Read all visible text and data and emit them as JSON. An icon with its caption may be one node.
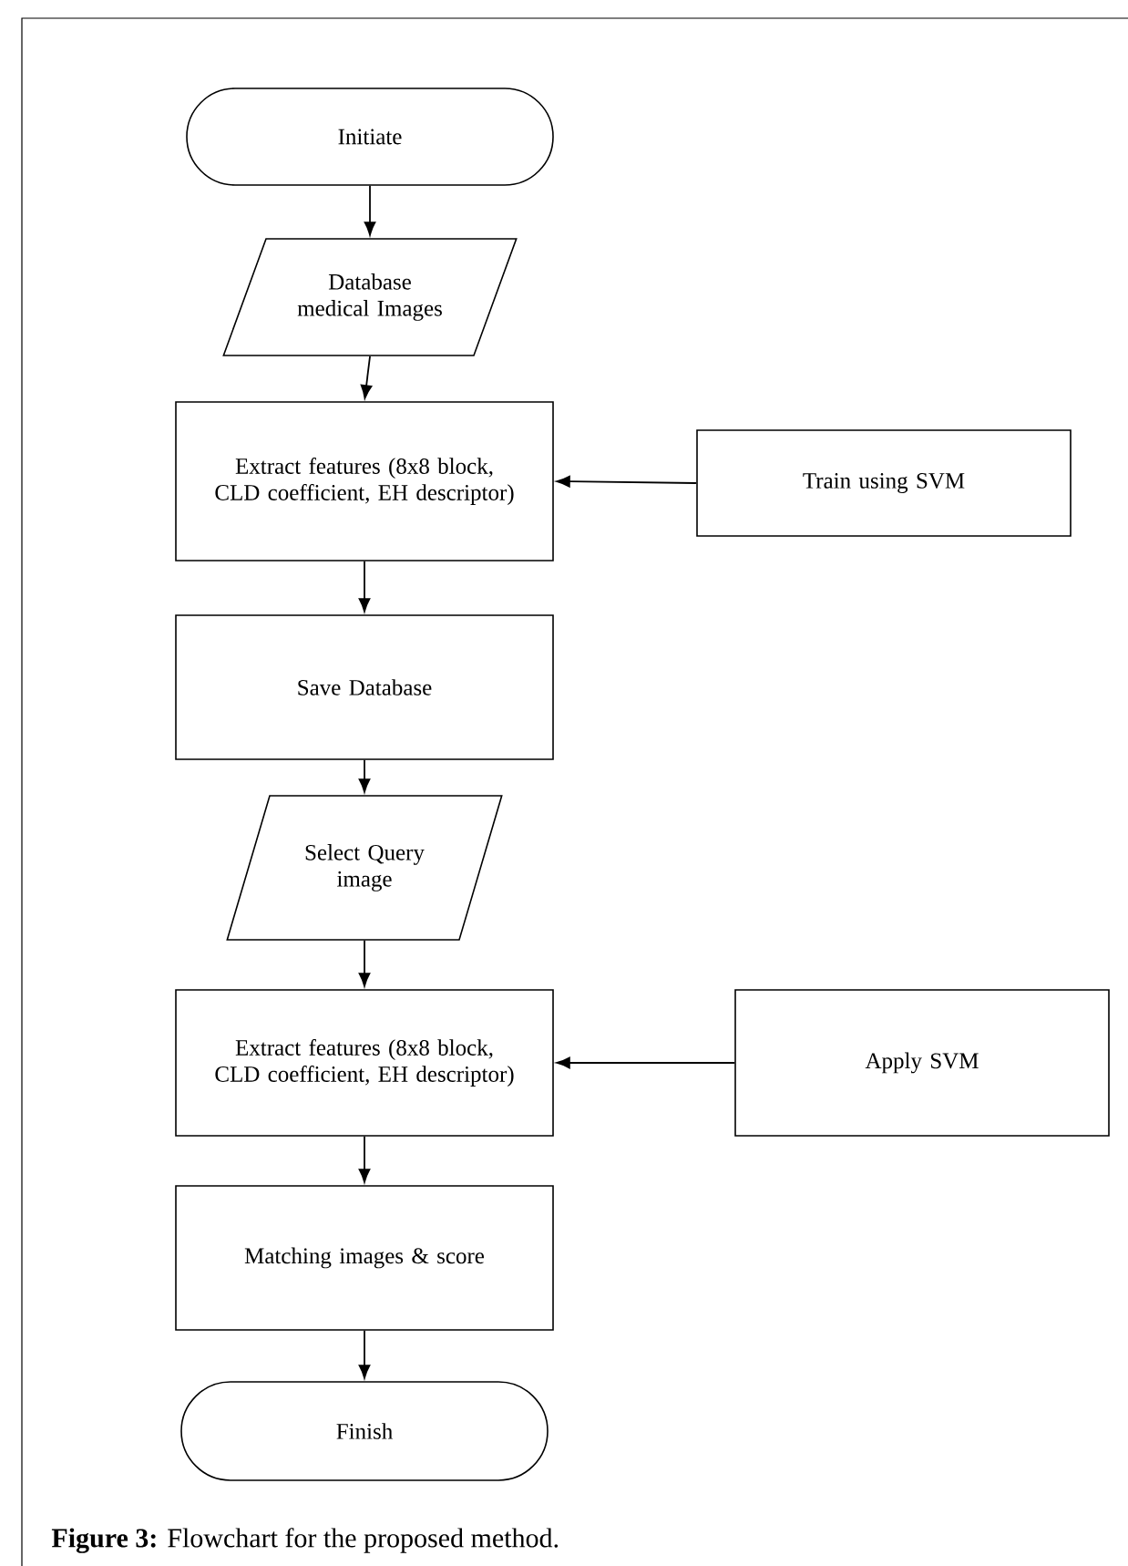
{
  "diagram": {
    "caption": "**Figure 3:** Flowchart for the proposed method.",
    "nodes": [
      {
        "text": [
          "Initiate"
        ]
      },
      {
        "text": [
          "Database medical Images"
        ]
      },
      {
        "text": [
          "Extract features (8x8 block, CLD coefficient, EH descriptor)"
        ]
      },
      {
        "text": [
          "Train using SVM"
        ]
      },
      {
        "text": [
          "Save Database"
        ]
      },
      {
        "text": [
          "Select Query image"
        ]
      },
      {
        "text": [
          "Extract features (8x8 block, CLD coefficient, EH descriptor)"
        ]
      },
      {
        "text": [
          "Apply SVM"
        ]
      },
      {
        "text": [
          "Matching images & score"
        ]
      },
      {
        "text": [
          "Finish"
        ]
      }
    ],
    "edges": [
      {
        "from": 0,
        "to": 1,
        "arrow": "to"
      },
      {
        "from": 1,
        "to": 2,
        "arrow": "to"
      },
      {
        "from": 3,
        "to": 2,
        "arrow": "to"
      },
      {
        "from": 2,
        "to": 4,
        "arrow": "to"
      },
      {
        "from": 4,
        "to": 5,
        "arrow": "to"
      },
      {
        "from": 5,
        "to": 6,
        "arrow": "to"
      },
      {
        "from": 7,
        "to": 6,
        "arrow": "to"
      },
      {
        "from": 6,
        "to": 8,
        "arrow": "to"
      },
      {
        "from": 8,
        "to": 9,
        "arrow": "to"
      }
    ]
  }
}
